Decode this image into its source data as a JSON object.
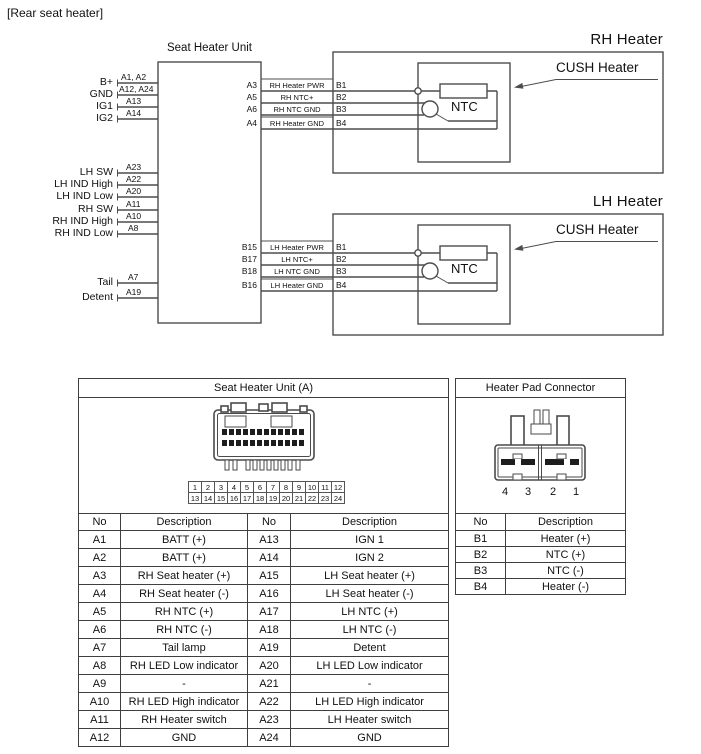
{
  "page_title": "[Rear seat heater]",
  "diagram": {
    "unit_title": "Seat Heater Unit",
    "left_pins": [
      {
        "label": "B+",
        "pin": "A1, A2"
      },
      {
        "label": "GND",
        "pin": "A12, A24"
      },
      {
        "label": "IG1",
        "pin": "A13"
      },
      {
        "label": "IG2",
        "pin": "A14"
      },
      {
        "label": "LH SW",
        "pin": "A23"
      },
      {
        "label": "LH IND High",
        "pin": "A22"
      },
      {
        "label": "LH IND Low",
        "pin": "A20"
      },
      {
        "label": "RH SW",
        "pin": "A11"
      },
      {
        "label": "RH IND High",
        "pin": "A10"
      },
      {
        "label": "RH IND Low",
        "pin": "A8"
      },
      {
        "label": "Tail",
        "pin": "A7"
      },
      {
        "label": "Detent",
        "pin": "A19"
      }
    ],
    "rh": {
      "title": "RH Heater",
      "cush": "CUSH Heater",
      "ntc": "NTC",
      "wires": [
        {
          "unit_pin": "A3",
          "name": "RH Heater PWR",
          "pad_pin": "B1"
        },
        {
          "unit_pin": "A5",
          "name": "RH NTC+",
          "pad_pin": "B2"
        },
        {
          "unit_pin": "A6",
          "name": "RH NTC GND",
          "pad_pin": "B3"
        },
        {
          "unit_pin": "A4",
          "name": "RH Heater GND",
          "pad_pin": "B4"
        }
      ]
    },
    "lh": {
      "title": "LH Heater",
      "cush": "CUSH Heater",
      "ntc": "NTC",
      "wires": [
        {
          "unit_pin": "B15",
          "name": "LH Heater PWR",
          "pad_pin": "B1"
        },
        {
          "unit_pin": "B17",
          "name": "LH NTC+",
          "pad_pin": "B2"
        },
        {
          "unit_pin": "B18",
          "name": "LH NTC GND",
          "pad_pin": "B3"
        },
        {
          "unit_pin": "B16",
          "name": "LH Heater GND",
          "pad_pin": "B4"
        }
      ]
    }
  },
  "unit_table": {
    "title": "Seat Heater Unit (A)",
    "pins_row1": [
      "1",
      "2",
      "3",
      "4",
      "5",
      "6",
      "7",
      "8",
      "9",
      "10",
      "11",
      "12"
    ],
    "pins_row2": [
      "13",
      "14",
      "15",
      "16",
      "17",
      "18",
      "19",
      "20",
      "21",
      "22",
      "23",
      "24"
    ],
    "headers": [
      "No",
      "Description",
      "No",
      "Description"
    ],
    "rows": [
      [
        "A1",
        "BATT (+)",
        "A13",
        "IGN 1"
      ],
      [
        "A2",
        "BATT (+)",
        "A14",
        "IGN 2"
      ],
      [
        "A3",
        "RH Seat heater (+)",
        "A15",
        "LH Seat heater (+)"
      ],
      [
        "A4",
        "RH Seat heater (-)",
        "A16",
        "LH Seat heater (-)"
      ],
      [
        "A5",
        "RH NTC (+)",
        "A17",
        "LH NTC (+)"
      ],
      [
        "A6",
        "RH NTC (-)",
        "A18",
        "LH NTC (-)"
      ],
      [
        "A7",
        "Tail lamp",
        "A19",
        "Detent"
      ],
      [
        "A8",
        "RH LED Low indicator",
        "A20",
        "LH LED Low indicator"
      ],
      [
        "A9",
        "-",
        "A21",
        "-"
      ],
      [
        "A10",
        "RH LED High indicator",
        "A22",
        "LH LED High indicator"
      ],
      [
        "A11",
        "RH Heater switch",
        "A23",
        "LH Heater switch"
      ],
      [
        "A12",
        "GND",
        "A24",
        "GND"
      ]
    ]
  },
  "pad_table": {
    "title": "Heater Pad Connector",
    "pin_numbers": [
      "4",
      "3",
      "2",
      "1"
    ],
    "headers": [
      "No",
      "Description"
    ],
    "rows": [
      [
        "B1",
        "Heater (+)"
      ],
      [
        "B2",
        "NTC (+)"
      ],
      [
        "B3",
        "NTC (-)"
      ],
      [
        "B4",
        "Heater (-)"
      ]
    ]
  }
}
